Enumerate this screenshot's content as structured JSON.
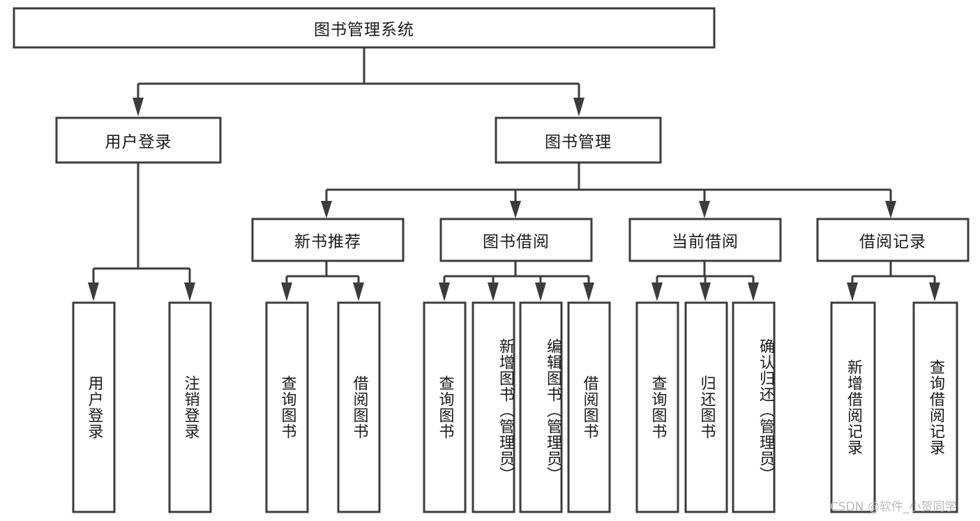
{
  "diagram": {
    "type": "tree-hierarchy-chart",
    "title": "图书管理系统",
    "watermark": "CSDN @软件_小贺同学",
    "colors": {
      "background": "#ffffff",
      "box_stroke": "#3c3c3c",
      "box_fill": "#ffffff",
      "text": "#1a1a1a",
      "watermark": "#b9b9b9"
    },
    "levels": {
      "root": {
        "label": "图书管理系统"
      },
      "level2": [
        {
          "label": "用户登录"
        },
        {
          "label": "图书管理"
        }
      ],
      "level3": [
        {
          "label": "新书推荐"
        },
        {
          "label": "图书借阅"
        },
        {
          "label": "当前借阅"
        },
        {
          "label": "借阅记录"
        }
      ]
    },
    "leaves": {
      "user_login": [
        {
          "label": "用户登录"
        },
        {
          "label": "注销登录"
        }
      ],
      "new_book_recommend": [
        {
          "label": "查询图书"
        },
        {
          "label": "借阅图书"
        }
      ],
      "book_borrow": [
        {
          "label": "查询图书"
        },
        {
          "label": "新增图书（管理员）"
        },
        {
          "label": "编辑图书（管理员）"
        },
        {
          "label": "借阅图书"
        }
      ],
      "current_borrow": [
        {
          "label": "查询图书"
        },
        {
          "label": "归还图书"
        },
        {
          "label": "确认归还（管理员）"
        }
      ],
      "borrow_record": [
        {
          "label": "新增借阅记录"
        },
        {
          "label": "查询借阅记录"
        }
      ]
    }
  }
}
